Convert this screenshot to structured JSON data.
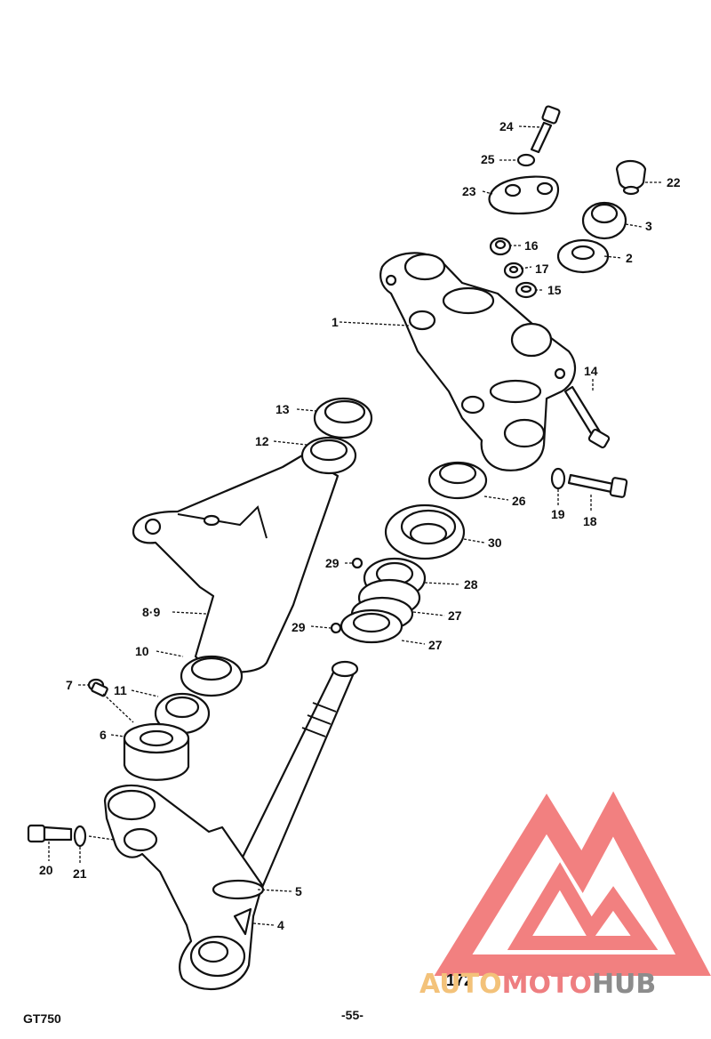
{
  "callouts": [
    {
      "id": "c1",
      "label": "1"
    },
    {
      "id": "c2",
      "label": "2"
    },
    {
      "id": "c3",
      "label": "3"
    },
    {
      "id": "c4",
      "label": "4"
    },
    {
      "id": "c5",
      "label": "5"
    },
    {
      "id": "c6",
      "label": "6"
    },
    {
      "id": "c7",
      "label": "7"
    },
    {
      "id": "c89",
      "label": "8·9"
    },
    {
      "id": "c10",
      "label": "10"
    },
    {
      "id": "c11",
      "label": "11"
    },
    {
      "id": "c12",
      "label": "12"
    },
    {
      "id": "c13",
      "label": "13"
    },
    {
      "id": "c14",
      "label": "14"
    },
    {
      "id": "c15",
      "label": "15"
    },
    {
      "id": "c16",
      "label": "16"
    },
    {
      "id": "c17",
      "label": "17"
    },
    {
      "id": "c18",
      "label": "18"
    },
    {
      "id": "c19",
      "label": "19"
    },
    {
      "id": "c20",
      "label": "20"
    },
    {
      "id": "c21",
      "label": "21"
    },
    {
      "id": "c22",
      "label": "22"
    },
    {
      "id": "c23",
      "label": "23"
    },
    {
      "id": "c24",
      "label": "24"
    },
    {
      "id": "c25",
      "label": "25"
    },
    {
      "id": "c26",
      "label": "26"
    },
    {
      "id": "c27a",
      "label": "27"
    },
    {
      "id": "c27b",
      "label": "27"
    },
    {
      "id": "c28",
      "label": "28"
    },
    {
      "id": "c29a",
      "label": "29"
    },
    {
      "id": "c29b",
      "label": "29"
    },
    {
      "id": "c30",
      "label": "30"
    }
  ],
  "footer": {
    "model": "GT750",
    "page": "-55-",
    "figure": "172"
  },
  "watermark": {
    "part1": "AUTO",
    "part2": "MOTO",
    "part3": "HUB",
    "colors": {
      "auto": "#f3c27a",
      "moto": "#ee7e80",
      "hub": "#8c8c8c",
      "logo": "#f06a6a"
    }
  }
}
